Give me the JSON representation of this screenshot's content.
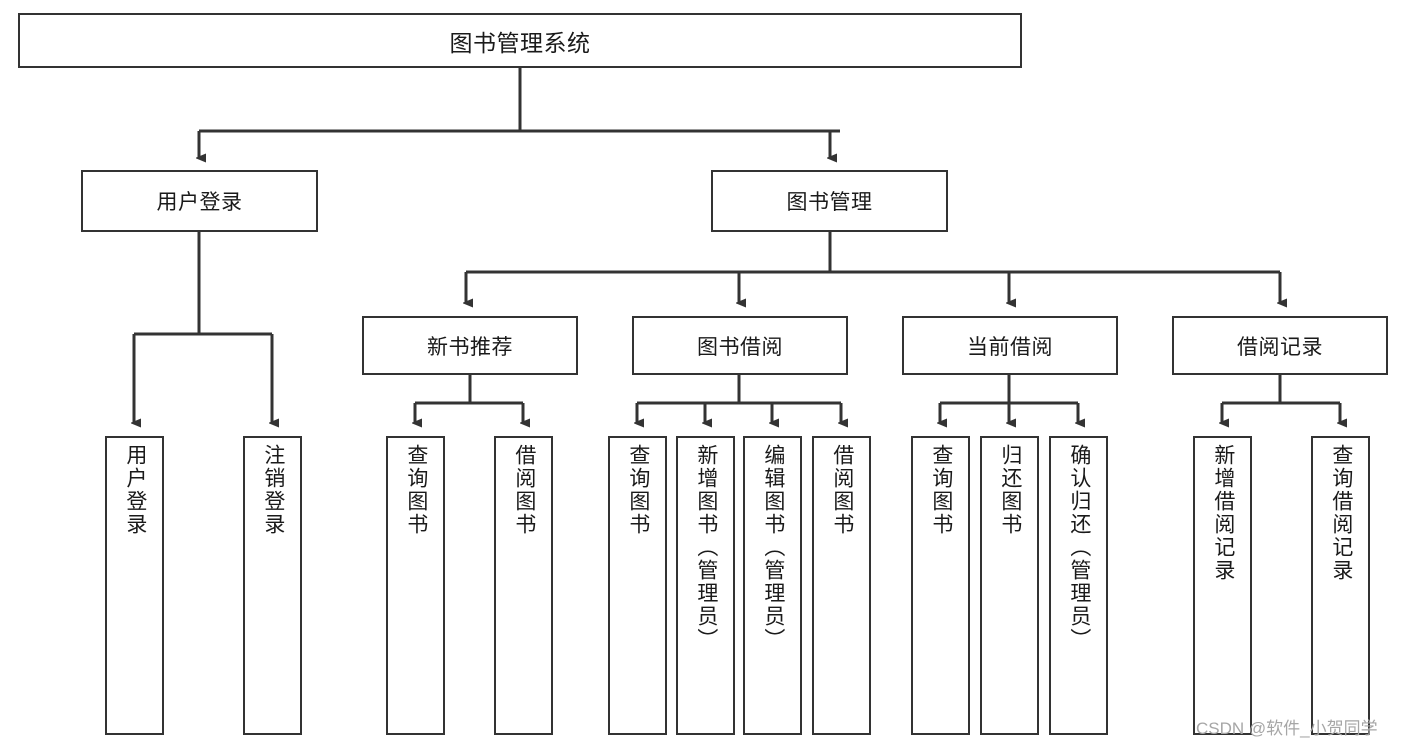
{
  "diagram": {
    "type": "tree-hierarchy",
    "title": "图书管理系统",
    "watermark": "CSDN @软件_小贺同学",
    "colors": {
      "background": "#ffffff",
      "box_border": "#333333",
      "box_fill": "#ffffff",
      "text": "#1a1a1a",
      "connector": "#333333",
      "watermark": "#a6a6a6"
    }
  },
  "nodes": {
    "root": {
      "label": "图书管理系统"
    },
    "level2": [
      {
        "label": "用户登录"
      },
      {
        "label": "图书管理"
      }
    ],
    "level3": [
      {
        "label": "新书推荐"
      },
      {
        "label": "图书借阅"
      },
      {
        "label": "当前借阅"
      },
      {
        "label": "借阅记录"
      }
    ],
    "leaves": {
      "user_login": [
        {
          "label": "用户登录"
        },
        {
          "label": "注销登录"
        }
      ],
      "new_book_recommend": [
        {
          "label": "查询图书"
        },
        {
          "label": "借阅图书"
        }
      ],
      "book_borrow": [
        {
          "label": "查询图书"
        },
        {
          "label": "新增图书（管理员）"
        },
        {
          "label": "编辑图书（管理员）"
        },
        {
          "label": "借阅图书"
        }
      ],
      "current_borrow": [
        {
          "label": "查询图书"
        },
        {
          "label": "归还图书"
        },
        {
          "label": "确认归还（管理员）"
        }
      ],
      "borrow_record": [
        {
          "label": "新增借阅记录"
        },
        {
          "label": "查询借阅记录"
        }
      ]
    }
  }
}
